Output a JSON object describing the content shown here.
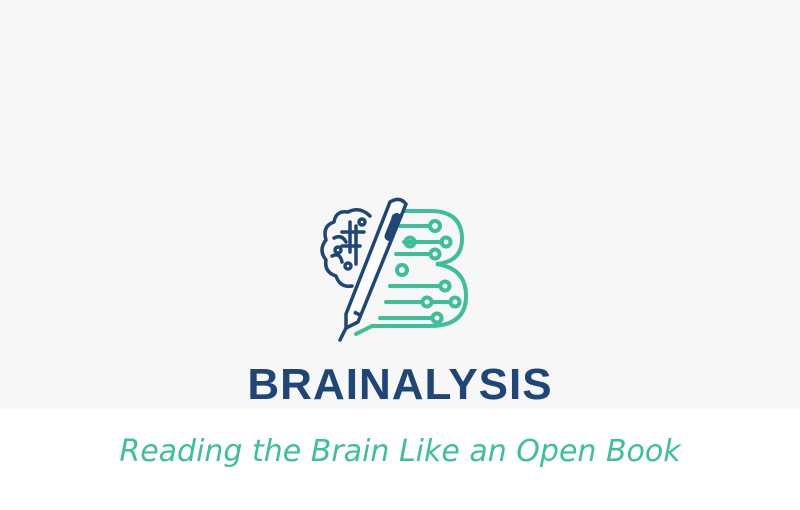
{
  "brand": {
    "name": "BRAINALYSIS",
    "tagline": "Reading the Brain Like an Open Book",
    "logo_icon": "brain-pen-circuit-b-logo"
  },
  "colors": {
    "primary_navy": "#1e4676",
    "accent_teal": "#3dbf9a",
    "hero_background": "#f7f7f7",
    "page_background": "#ffffff"
  }
}
